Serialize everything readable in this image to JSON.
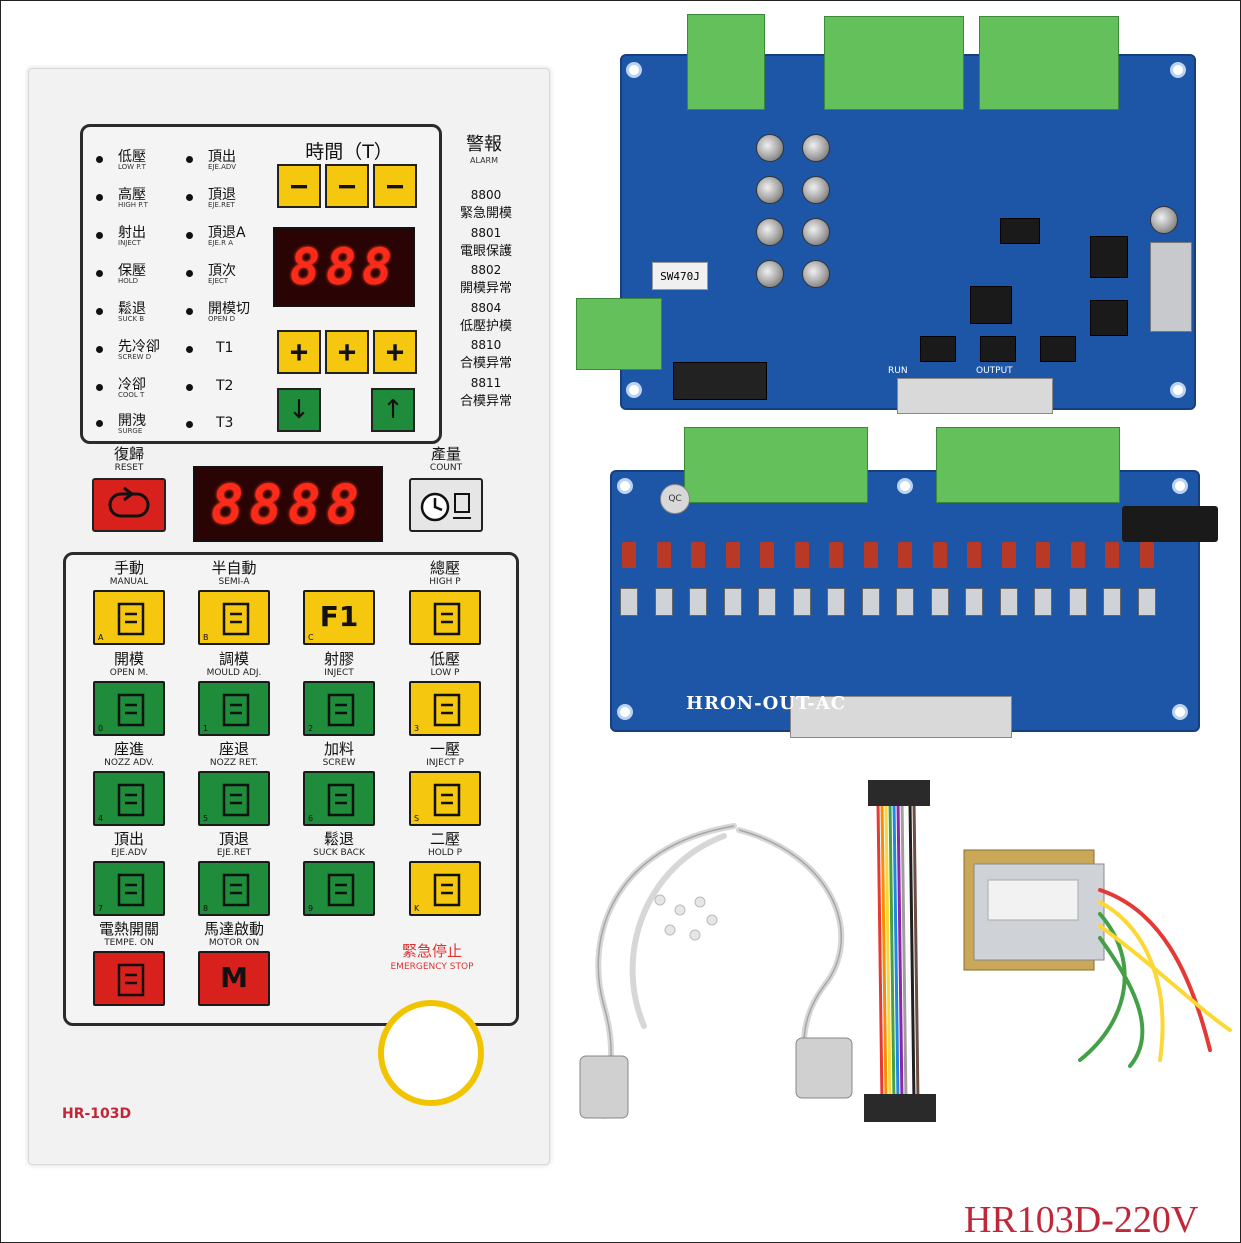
{
  "panel": {
    "model": "HR-103D",
    "time_title": "時間（T）",
    "indicators_left": [
      {
        "zh": "低壓",
        "en": "LOW P.T"
      },
      {
        "zh": "高壓",
        "en": "HIGH P.T"
      },
      {
        "zh": "射出",
        "en": "INJECT"
      },
      {
        "zh": "保壓",
        "en": "HOLD"
      },
      {
        "zh": "鬆退",
        "en": "SUCK B"
      },
      {
        "zh": "先冷卻",
        "en": "SCREW D"
      },
      {
        "zh": "冷卻",
        "en": "COOL T"
      },
      {
        "zh": "開洩",
        "en": "SURGE"
      }
    ],
    "indicators_right": [
      {
        "zh": "頂出",
        "en": "EJE.ADV"
      },
      {
        "zh": "頂退",
        "en": "EJE.RET"
      },
      {
        "zh": "頂退A",
        "en": "EJE.R A"
      },
      {
        "zh": "頂次",
        "en": "EJECT"
      },
      {
        "zh": "開模切",
        "en": "OPEN D"
      },
      {
        "zh": "T1",
        "en": ""
      },
      {
        "zh": "T2",
        "en": ""
      },
      {
        "zh": "T3",
        "en": ""
      }
    ],
    "minus_keys": [
      "−",
      "−",
      "−"
    ],
    "plus_keys": [
      "+",
      "+",
      "+"
    ],
    "time_display": "888",
    "count_display": "8888",
    "down_arrow": "↓",
    "up_arrow": "↑",
    "alarm": {
      "zh": "警報",
      "en": "ALARM"
    },
    "alarm_codes": [
      {
        "code": "8800",
        "desc": "緊急開模"
      },
      {
        "code": "8801",
        "desc": "電眼保護"
      },
      {
        "code": "8802",
        "desc": "開模异常"
      },
      {
        "code": "8804",
        "desc": "低壓护模"
      },
      {
        "code": "8810",
        "desc": "合模异常"
      },
      {
        "code": "8811",
        "desc": "合模异常"
      }
    ],
    "reset": {
      "zh": "復歸",
      "en": "RESET"
    },
    "count": {
      "zh": "產量",
      "en": "COUNT"
    },
    "function_keys": [
      {
        "zh": "手動",
        "en": "MANUAL",
        "sub": "A",
        "color": "yellow",
        "icon": "hand-icon"
      },
      {
        "zh": "半自動",
        "en": "SEMI-A",
        "sub": "B",
        "color": "yellow",
        "icon": "cycle-arrows-icon"
      },
      {
        "zh": "",
        "en": "",
        "sub": "C",
        "color": "yellow",
        "icon": "f1-icon",
        "label": "F1"
      },
      {
        "zh": "總壓",
        "en": "HIGH P",
        "sub": "",
        "color": "yellow",
        "icon": "press-icon"
      },
      {
        "zh": "開模",
        "en": "OPEN M.",
        "sub": "0",
        "color": "green",
        "icon": "mould-open-icon"
      },
      {
        "zh": "調模",
        "en": "MOULD ADJ.",
        "sub": "1",
        "color": "green",
        "icon": "mould-adjust-icon"
      },
      {
        "zh": "射膠",
        "en": "INJECT",
        "sub": "2",
        "color": "green",
        "icon": "inject-icon"
      },
      {
        "zh": "低壓",
        "en": "LOW P",
        "sub": "3",
        "color": "yellow",
        "icon": "low-pressure-icon"
      },
      {
        "zh": "座進",
        "en": "NOZZ ADV.",
        "sub": "4",
        "color": "green",
        "icon": "nozzle-advance-icon"
      },
      {
        "zh": "座退",
        "en": "NOZZ RET.",
        "sub": "5",
        "color": "green",
        "icon": "nozzle-retract-icon"
      },
      {
        "zh": "加料",
        "en": "SCREW",
        "sub": "6",
        "color": "green",
        "icon": "screw-icon"
      },
      {
        "zh": "一壓",
        "en": "INJECT P",
        "sub": "S",
        "color": "yellow",
        "icon": "inject-pressure-icon"
      },
      {
        "zh": "頂出",
        "en": "EJE.ADV",
        "sub": "7",
        "color": "green",
        "icon": "eject-advance-icon"
      },
      {
        "zh": "頂退",
        "en": "EJE.RET",
        "sub": "8",
        "color": "green",
        "icon": "eject-retract-icon"
      },
      {
        "zh": "鬆退",
        "en": "SUCK BACK",
        "sub": "9",
        "color": "green",
        "icon": "suck-back-icon"
      },
      {
        "zh": "二壓",
        "en": "HOLD P",
        "sub": "K",
        "color": "yellow",
        "icon": "hold-pressure-icon"
      },
      {
        "zh": "電熱開關",
        "en": "TEMPE. ON",
        "sub": "",
        "color": "red",
        "icon": "heater-icon"
      },
      {
        "zh": "馬達啟動",
        "en": "MOTOR ON",
        "sub": "",
        "color": "red",
        "icon": "motor-icon",
        "label": "M"
      }
    ],
    "emergency": {
      "zh": "緊急停止",
      "en": "EMERGENCY STOP"
    }
  },
  "pcb_top": {
    "labels": [
      "RUN",
      "OUTPUT",
      "SW470J"
    ]
  },
  "pcb_bottom": {
    "label": "HRON-OUT-AC",
    "qc": "QC"
  },
  "caption": "HR103D-220V",
  "colors": {
    "key_yellow": "#f5c80f",
    "key_green": "#1e8c3a",
    "key_red": "#d8201c",
    "pcb_blue": "#1d56a6",
    "caption_red": "#c0283a",
    "led_red": "#ff2a1a"
  }
}
